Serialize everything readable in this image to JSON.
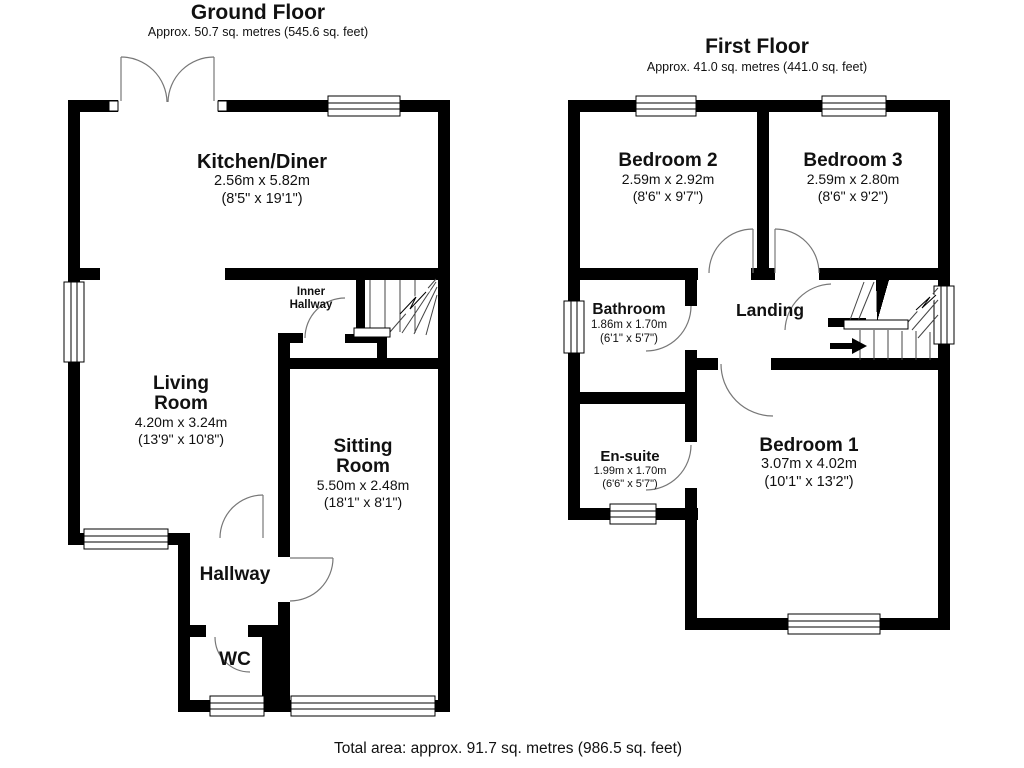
{
  "ground_floor": {
    "title": "Ground Floor",
    "subtitle": "Approx. 50.7 sq. metres (545.6 sq. feet)",
    "rooms": {
      "kitchen_diner": {
        "name": "Kitchen/Diner",
        "metric": "2.56m x 5.82m",
        "imperial": "(8'5\" x 19'1\")"
      },
      "living_room": {
        "line1": "Living",
        "line2": "Room",
        "metric": "4.20m x 3.24m",
        "imperial": "(13'9\" x 10'8\")"
      },
      "sitting_room": {
        "line1": "Sitting",
        "line2": "Room",
        "metric": "5.50m x 2.48m",
        "imperial": "(18'1\" x 8'1\")"
      },
      "inner_hallway": {
        "line1": "Inner",
        "line2": "Hallway"
      },
      "hallway": {
        "name": "Hallway"
      },
      "wc": {
        "name": "WC"
      }
    }
  },
  "first_floor": {
    "title": "First Floor",
    "subtitle": "Approx. 41.0 sq. metres (441.0 sq. feet)",
    "rooms": {
      "bedroom_2": {
        "name": "Bedroom 2",
        "metric": "2.59m x 2.92m",
        "imperial": "(8'6\" x 9'7\")"
      },
      "bedroom_3": {
        "name": "Bedroom 3",
        "metric": "2.59m x 2.80m",
        "imperial": "(8'6\" x 9'2\")"
      },
      "bathroom": {
        "name": "Bathroom",
        "metric": "1.86m x 1.70m",
        "imperial": "(6'1\" x 5'7\")"
      },
      "landing": {
        "name": "Landing"
      },
      "en_suite": {
        "name": "En-suite",
        "metric": "1.99m x 1.70m",
        "imperial": "(6'6\" x 5'7\")"
      },
      "bedroom_1": {
        "name": "Bedroom 1",
        "metric": "3.07m x 4.02m",
        "imperial": "(10'1\" x 13'2\")"
      }
    }
  },
  "footer": {
    "total_area": "Total area: approx. 91.7 sq. metres (986.5 sq. feet)"
  },
  "colors": {
    "wall": "#000000",
    "background": "#ffffff",
    "door_arc": "#777777",
    "stair_line": "#444444"
  }
}
